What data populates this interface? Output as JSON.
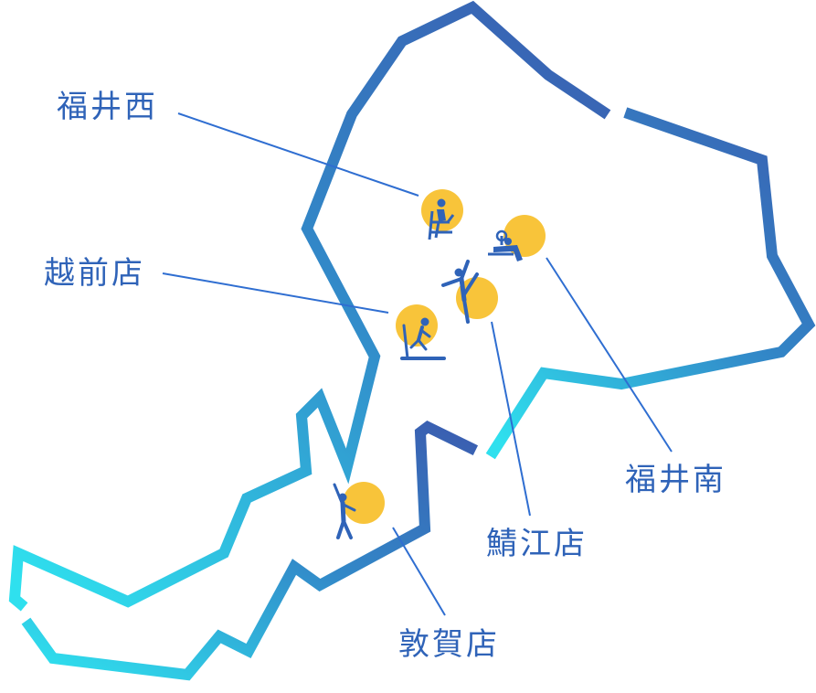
{
  "colors": {
    "label_text": "#2f63b8",
    "leader_line": "#2f6ed1",
    "marker_fill": "#f8c43a",
    "icon_fill": "#2f63b8",
    "outline_top": "#3a5fb1",
    "outline_bottom": "#2fe0ee"
  },
  "stores": [
    {
      "id": "fukui-nishi",
      "label": "福井西",
      "icon": "seated-exercise-icon"
    },
    {
      "id": "echizen",
      "label": "越前店",
      "icon": "treadmill-icon"
    },
    {
      "id": "fukui-minami",
      "label": "福井南",
      "icon": "bench-press-icon"
    },
    {
      "id": "sabae",
      "label": "鯖江店",
      "icon": "high-kick-icon"
    },
    {
      "id": "tsuruga",
      "label": "敦賀店",
      "icon": "side-stretch-icon"
    }
  ]
}
